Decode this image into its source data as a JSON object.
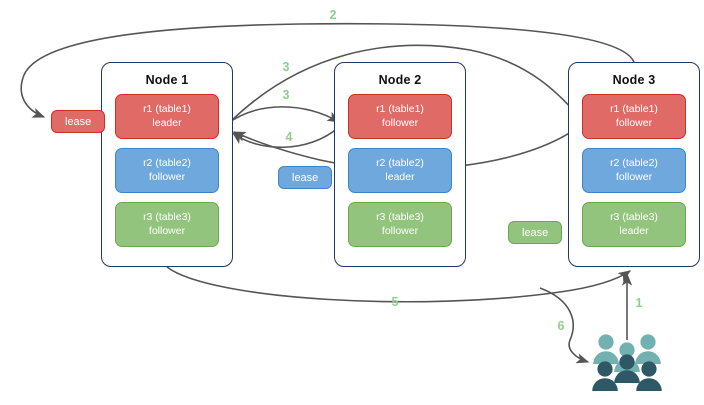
{
  "diagram": {
    "title": "Raft multi-node lease and replica placement diagram",
    "colors": {
      "leader_red": "#e06a66",
      "leader_red_border": "#cc2f26",
      "follower_blue": "#6fa8dc",
      "follower_blue_border": "#3d85c6",
      "follower_green": "#93c47d",
      "follower_green_border": "#6aa84f",
      "node_border": "#1f3864",
      "arrow": "#555555",
      "step_label": "#8ed08e",
      "users_icon_light": "#73b1b1",
      "users_icon_dark": "#2e5866"
    }
  },
  "nodes": [
    {
      "id": "node1",
      "title": "Node 1",
      "replicas": [
        {
          "name": "r1 (table1)",
          "role": "leader",
          "color": "red"
        },
        {
          "name": "r2 (table2)",
          "role": "follower",
          "color": "blue"
        },
        {
          "name": "r3 (table3)",
          "role": "follower",
          "color": "green"
        }
      ]
    },
    {
      "id": "node2",
      "title": "Node 2",
      "replicas": [
        {
          "name": "r1 (table1)",
          "role": "follower",
          "color": "red"
        },
        {
          "name": "r2 (table2)",
          "role": "leader",
          "color": "blue"
        },
        {
          "name": "r3 (table3)",
          "role": "follower",
          "color": "green"
        }
      ]
    },
    {
      "id": "node3",
      "title": "Node 3",
      "replicas": [
        {
          "name": "r1 (table1)",
          "role": "follower",
          "color": "red"
        },
        {
          "name": "r2 (table2)",
          "role": "follower",
          "color": "blue"
        },
        {
          "name": "r3 (table3)",
          "role": "leader",
          "color": "green"
        }
      ]
    }
  ],
  "leases": [
    {
      "id": "lease1",
      "label": "lease",
      "color": "red"
    },
    {
      "id": "lease2",
      "label": "lease",
      "color": "blue"
    },
    {
      "id": "lease3",
      "label": "lease",
      "color": "green"
    }
  ],
  "steps": [
    {
      "id": "step1",
      "label": "1"
    },
    {
      "id": "step2",
      "label": "2"
    },
    {
      "id": "step3a",
      "label": "3"
    },
    {
      "id": "step3b",
      "label": "3"
    },
    {
      "id": "step4",
      "label": "4"
    },
    {
      "id": "step5",
      "label": "5"
    },
    {
      "id": "step6",
      "label": "6"
    }
  ],
  "users_icon": {
    "name": "users-icon",
    "people_count": 5
  }
}
